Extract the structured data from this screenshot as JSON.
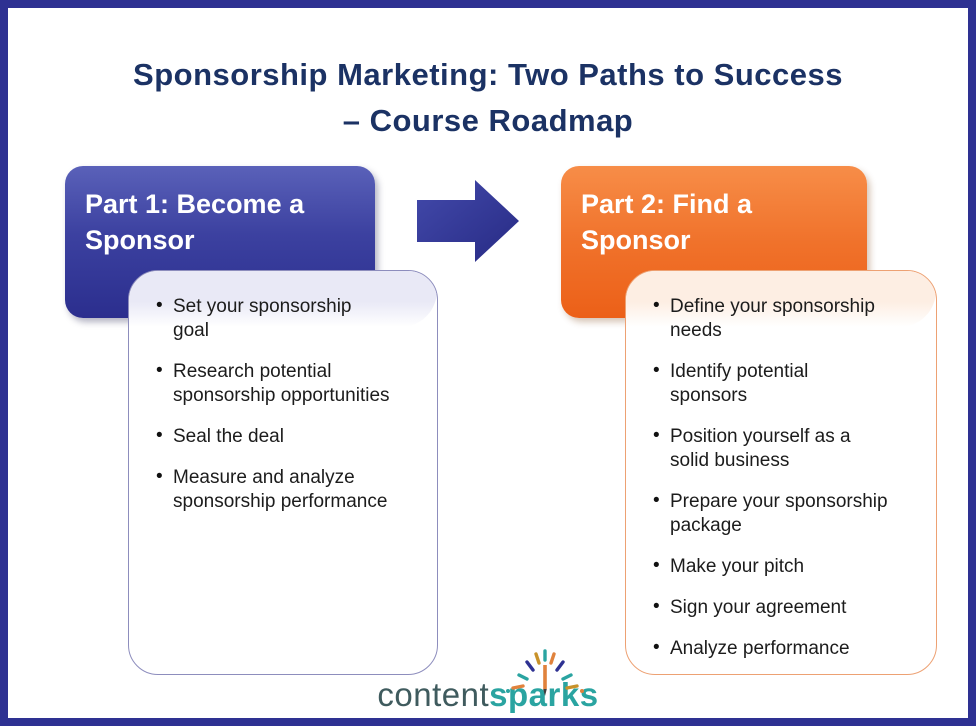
{
  "frame": {
    "border_color": "#2e3192",
    "background": "#ffffff"
  },
  "title": {
    "line1": "Sponsorship Marketing: Two Paths to Success",
    "line2": "– Course Roadmap",
    "color": "#1b3264"
  },
  "arrow": {
    "color_start": "#434aab",
    "color_end": "#272a84"
  },
  "part1": {
    "header_label": "Part 1: Become a Sponsor",
    "header_gradient_top": "#5a61b9",
    "header_gradient_bottom": "#2b2e8e",
    "detail_border_color": "#8d8dbd",
    "detail_tint_color": "#e9e9f6",
    "bullets": [
      "Set your sponsorship goal",
      "Research potential sponsorship opportunities",
      "Seal the deal",
      "Measure and analyze sponsorship performance"
    ]
  },
  "part2": {
    "header_label": "Part 2: Find a Sponsor",
    "header_gradient_top": "#f78d48",
    "header_gradient_bottom": "#ec6018",
    "detail_border_color": "#eda173",
    "detail_tint_color": "#fdeee3",
    "bullets": [
      "Define your sponsorship needs",
      "Identify potential sponsors",
      "Position yourself as a solid business",
      "Prepare your sponsorship package",
      "Make your pitch",
      "Sign your agreement",
      "Analyze performance"
    ]
  },
  "logo": {
    "word_content": "content",
    "word_sparks": "sparks",
    "color_content": "#3f5b5e",
    "color_sparks": "#2aa4a1",
    "spark_colors": [
      "#e0823c",
      "#2aa4a1",
      "#2e3192",
      "#c8922a"
    ]
  }
}
